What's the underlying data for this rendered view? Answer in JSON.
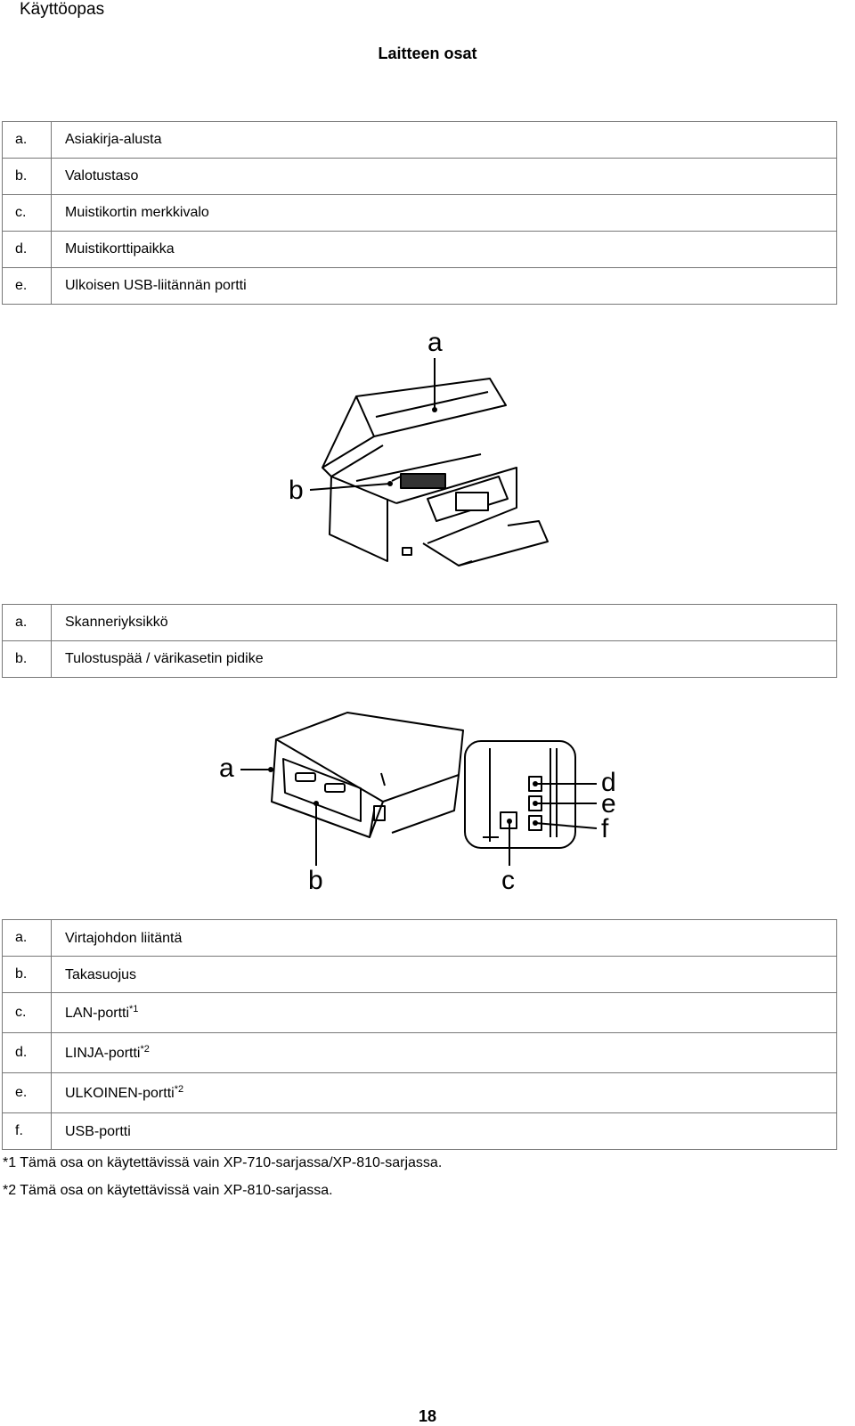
{
  "header": {
    "title": "Käyttöopas"
  },
  "section": {
    "title": "Laitteen osat"
  },
  "table1": [
    {
      "letter": "a.",
      "label": "Asiakirja-alusta"
    },
    {
      "letter": "b.",
      "label": "Valotustaso"
    },
    {
      "letter": "c.",
      "label": "Muistikortin merkkivalo"
    },
    {
      "letter": "d.",
      "label": "Muistikorttipaikka"
    },
    {
      "letter": "e.",
      "label": "Ulkoisen USB-liitännän portti"
    }
  ],
  "figure1": {
    "labels": {
      "a": "a",
      "b": "b"
    }
  },
  "table2": [
    {
      "letter": "a.",
      "label": "Skanneriyksikkö"
    },
    {
      "letter": "b.",
      "label": "Tulostuspää / värikasetin pidike"
    }
  ],
  "figure2": {
    "labels": {
      "a": "a",
      "b": "b",
      "c": "c",
      "d": "d",
      "e": "e",
      "f": "f"
    }
  },
  "table3": [
    {
      "letter": "a.",
      "label": "Virtajohdon liitäntä",
      "sup": ""
    },
    {
      "letter": "b.",
      "label": "Takasuojus",
      "sup": ""
    },
    {
      "letter": "c.",
      "label": "LAN-portti",
      "sup": "*1"
    },
    {
      "letter": "d.",
      "label": "LINJA-portti",
      "sup": "*2"
    },
    {
      "letter": "e.",
      "label": "ULKOINEN-portti",
      "sup": "*2"
    },
    {
      "letter": "f.",
      "label": "USB-portti",
      "sup": ""
    }
  ],
  "footnotes": {
    "fn1": "*1 Tämä osa on käytettävissä vain XP-710-sarjassa/XP-810-sarjassa.",
    "fn2": "*2 Tämä osa on käytettävissä vain XP-810-sarjassa."
  },
  "page": {
    "number": "18"
  }
}
